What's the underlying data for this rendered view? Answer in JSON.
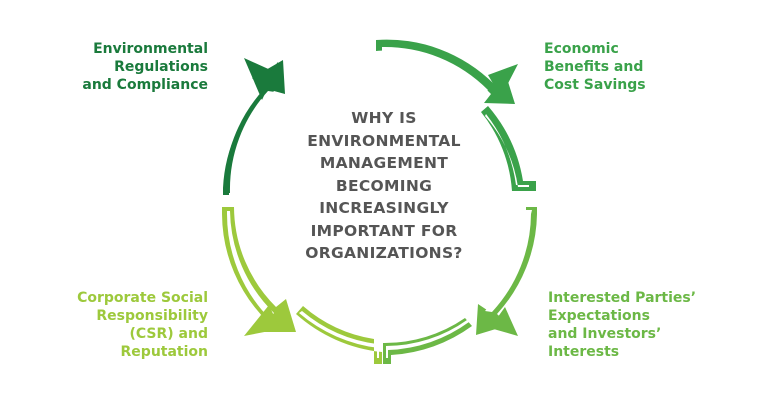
{
  "center": {
    "lines": [
      "WHY IS",
      "ENVIRONMENTAL",
      "MANAGEMENT",
      "BECOMING",
      "INCREASINGLY",
      "IMPORTANT FOR",
      "ORGANIZATIONS?"
    ]
  },
  "segments": [
    {
      "id": "top-left",
      "lines": [
        "Environmental",
        "Regulations",
        "and Compliance"
      ],
      "color": "#1a7a3c"
    },
    {
      "id": "top-right",
      "lines": [
        "Economic",
        "Benefits and",
        "Cost Savings"
      ],
      "color": "#3aa24a"
    },
    {
      "id": "bottom-right",
      "lines": [
        "Interested Parties’",
        "Expectations",
        "and Investors’",
        "Interests"
      ],
      "color": "#6cb846"
    },
    {
      "id": "bottom-left",
      "lines": [
        "Corporate Social",
        "Responsibility",
        "(CSR) and",
        "Reputation"
      ],
      "color": "#9dc93c"
    }
  ],
  "colors": {
    "center_text": "#555555",
    "background": "#ffffff"
  }
}
